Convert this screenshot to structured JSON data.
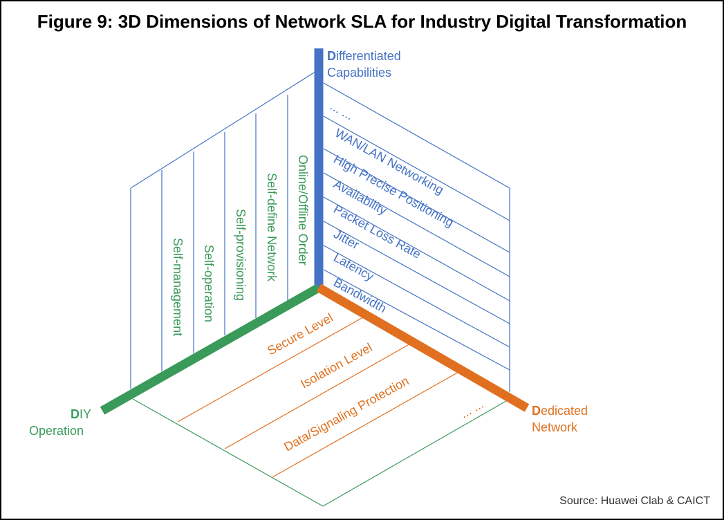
{
  "title": "Figure 9: 3D Dimensions of Network SLA for Industry Digital Transformation",
  "source": "Source: Huawei Clab & CAICT",
  "colors": {
    "blue": "#4472c4",
    "green": "#3a9a5a",
    "orange": "#e07020"
  },
  "axes": {
    "differentiated": {
      "first_letter": "D",
      "rest_line1": "ifferentiated",
      "line2": "Capabilities",
      "items": [
        "... ...",
        "WAN/LAN Networking",
        "High Precise Positioning",
        "Availability",
        "Packet Loss Rate",
        "Jitter",
        "Latency",
        "Bandwidth"
      ]
    },
    "diy": {
      "first_letter": "D",
      "rest_line1": "IY",
      "line2": "Operation",
      "items": [
        "Online/Offline Order",
        "Self-define Network",
        "Self-provisioning",
        "Self-operation",
        "Self-management"
      ]
    },
    "dedicated": {
      "first_letter": "D",
      "rest_line1": "edicated",
      "line2": "Network",
      "items": [
        "Secure Level",
        "Isolation Level",
        "Data/Signaling Protection",
        "... ..."
      ]
    }
  }
}
